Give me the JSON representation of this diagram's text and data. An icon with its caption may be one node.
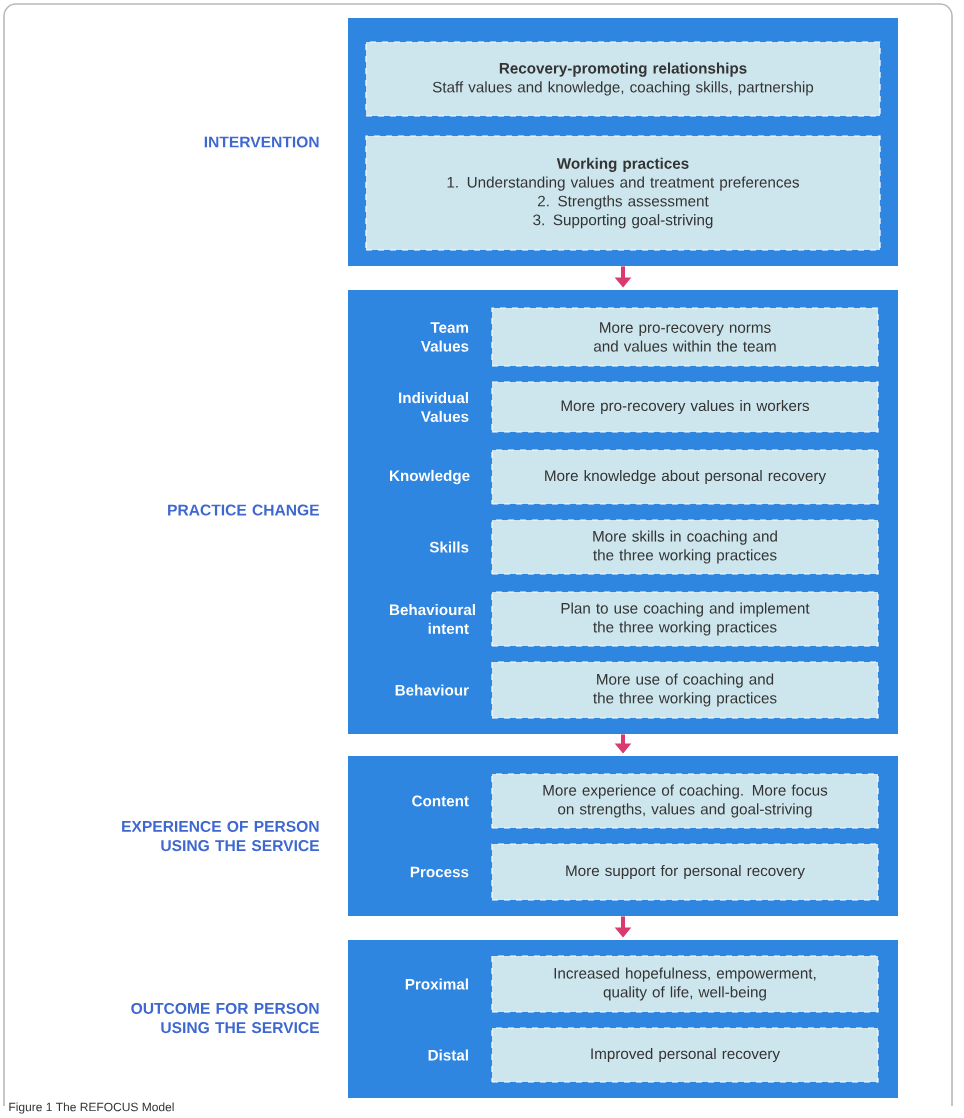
{
  "diagram": {
    "caption": "Figure 1 The REFOCUS Model",
    "nodes": [
      {
        "text": [
          "INTERVENTION"
        ]
      },
      {
        "text": [
          "Recovery-promoting relationships",
          "Staff values and knowledge, coaching skills, partnership"
        ],
        "in": 0
      },
      {
        "text": [
          "Working practices",
          "1. Understanding values and treatment preferences",
          "2. Strengths assessment",
          "3. Supporting goal-striving"
        ],
        "in": 0
      },
      {
        "text": [
          "PRACTICE CHANGE"
        ]
      },
      {
        "text": [
          "More pro-recovery norms and values within the team"
        ],
        "beside": [
          "Team Values"
        ],
        "in": 3
      },
      {
        "text": [
          "More pro-recovery values in workers"
        ],
        "beside": [
          "Individual Values"
        ],
        "in": 3
      },
      {
        "text": [
          "More knowledge about personal recovery"
        ],
        "beside": [
          "Knowledge"
        ],
        "in": 3
      },
      {
        "text": [
          "More skills in coaching and the three working practices"
        ],
        "beside": [
          "Skills"
        ],
        "in": 3
      },
      {
        "text": [
          "Plan to use coaching and implement the three working practices"
        ],
        "beside": [
          "Behavioural intent"
        ],
        "in": 3
      },
      {
        "text": [
          "More use of coaching and the three working practices"
        ],
        "beside": [
          "Behaviour"
        ],
        "in": 3
      },
      {
        "text": [
          "EXPERIENCE OF PERSON USING THE SERVICE"
        ]
      },
      {
        "text": [
          "More experience of coaching. More focus on strengths, values and goal-striving"
        ],
        "beside": [
          "Content"
        ],
        "in": 10
      },
      {
        "text": [
          "More support for personal recovery"
        ],
        "beside": [
          "Process"
        ],
        "in": 10
      },
      {
        "text": [
          "OUTCOME FOR PERSON USING THE SERVICE"
        ]
      },
      {
        "text": [
          "Increased hopefulness, empowerment, quality of life, well-being"
        ],
        "beside": [
          "Proximal"
        ],
        "in": 13
      },
      {
        "text": [
          "Improved personal recovery"
        ],
        "beside": [
          "Distal"
        ],
        "in": 13
      }
    ],
    "edges": [
      {
        "from": 0,
        "to": 3,
        "arrow": "to"
      },
      {
        "from": 3,
        "to": 10,
        "arrow": "to"
      },
      {
        "from": 10,
        "to": 13,
        "arrow": "to"
      }
    ]
  }
}
